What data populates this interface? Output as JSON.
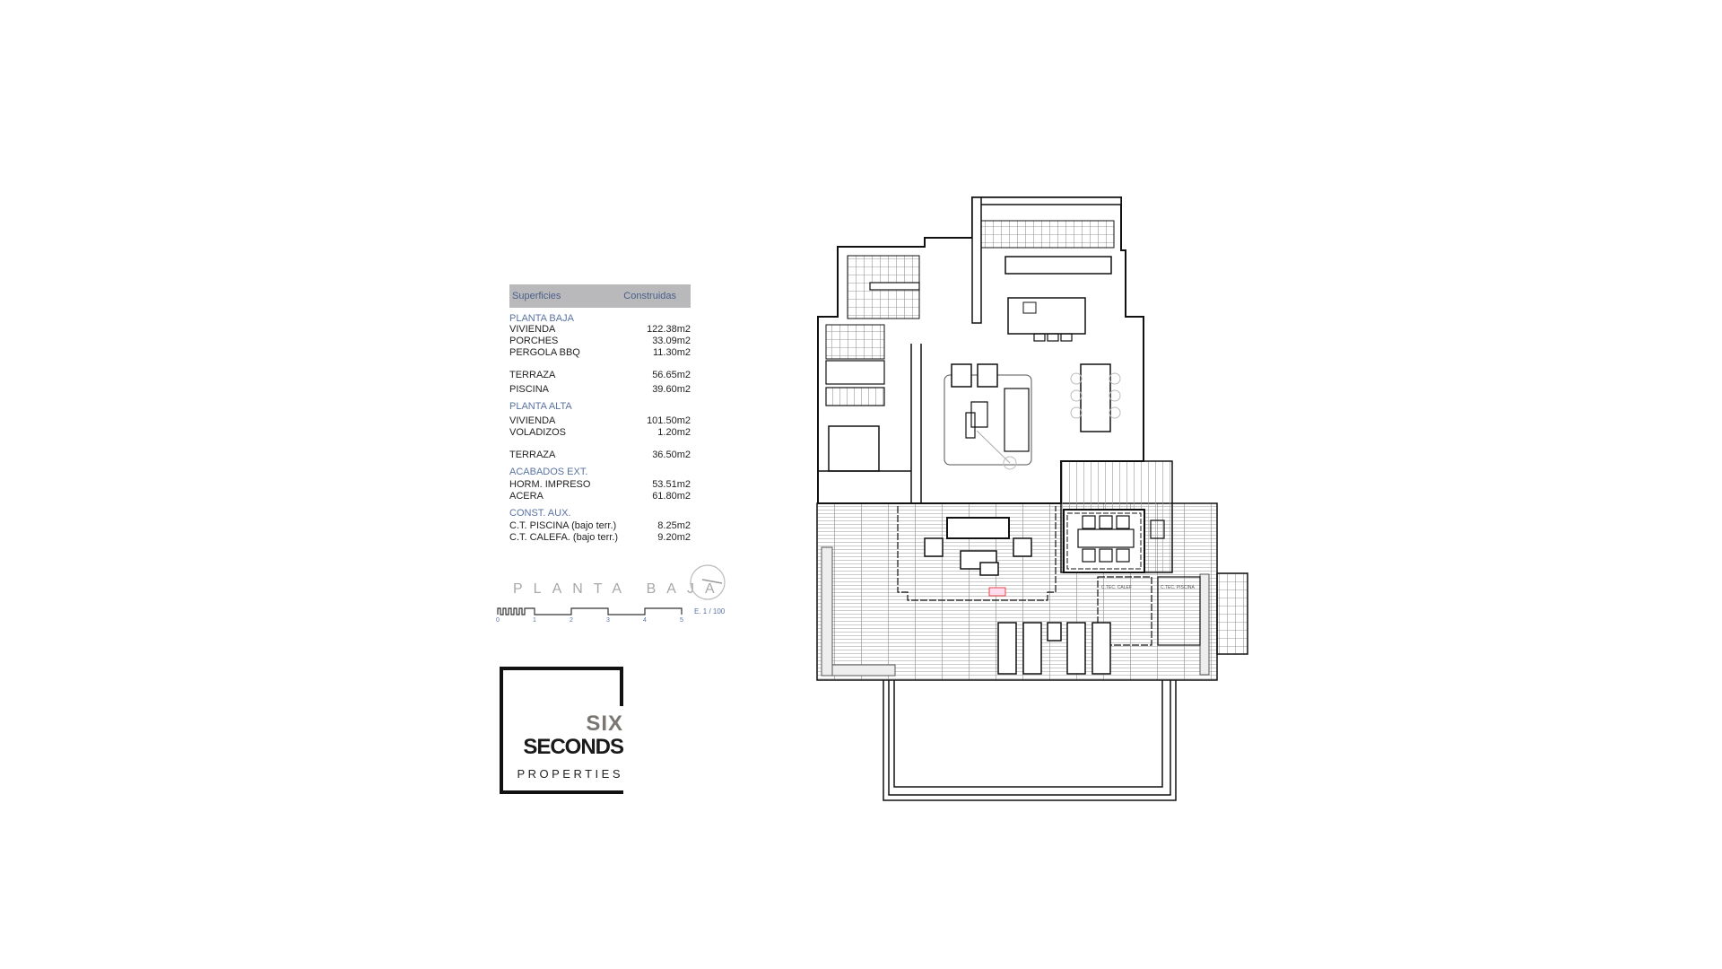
{
  "table": {
    "header": {
      "left": "Superficies",
      "right": "Construidas"
    },
    "sections": [
      {
        "title": "PLANTA BAJA",
        "rows": [
          {
            "label": "VIVIENDA",
            "value": "122.38m2"
          },
          {
            "label": "PORCHES",
            "value": "33.09m2"
          },
          {
            "label": "PERGOLA BBQ",
            "value": "11.30m2"
          },
          {
            "label": "TERRAZA",
            "value": "56.65m2"
          },
          {
            "label": "PISCINA",
            "value": "39.60m2"
          }
        ]
      },
      {
        "title": "PLANTA ALTA",
        "rows": [
          {
            "label": "VIVIENDA",
            "value": "101.50m2"
          },
          {
            "label": "VOLADIZOS",
            "value": "1.20m2"
          },
          {
            "label": "TERRAZA",
            "value": "36.50m2"
          }
        ]
      },
      {
        "title": "ACABADOS EXT.",
        "rows": [
          {
            "label": "HORM. IMPRESO",
            "value": "53.51m2"
          },
          {
            "label": "ACERA",
            "value": "61.80m2"
          }
        ]
      },
      {
        "title": "CONST. AUX.",
        "rows": [
          {
            "label": "C.T. PISCINA (bajo terr.)",
            "value": "8.25m2"
          },
          {
            "label": "C.T. CALEFA. (bajo terr.)",
            "value": "9.20m2"
          }
        ]
      }
    ]
  },
  "plan_title": "PLANTA BAJA",
  "scale": {
    "label": "E. 1 / 100",
    "ticks": [
      "0",
      "1",
      "2",
      "3",
      "4",
      "5"
    ]
  },
  "logo": {
    "line1": "SIX",
    "line2": "SECONDS",
    "line3": "PROPERTIES"
  },
  "plan_labels": {
    "ct_calef": "C.TEC. CALEF",
    "ct_piscina": "C.TEC. PISCINA"
  },
  "colors": {
    "section_title": "#5a73a3",
    "header_bg": "#b9b9bb",
    "highlight": "#e04848"
  }
}
